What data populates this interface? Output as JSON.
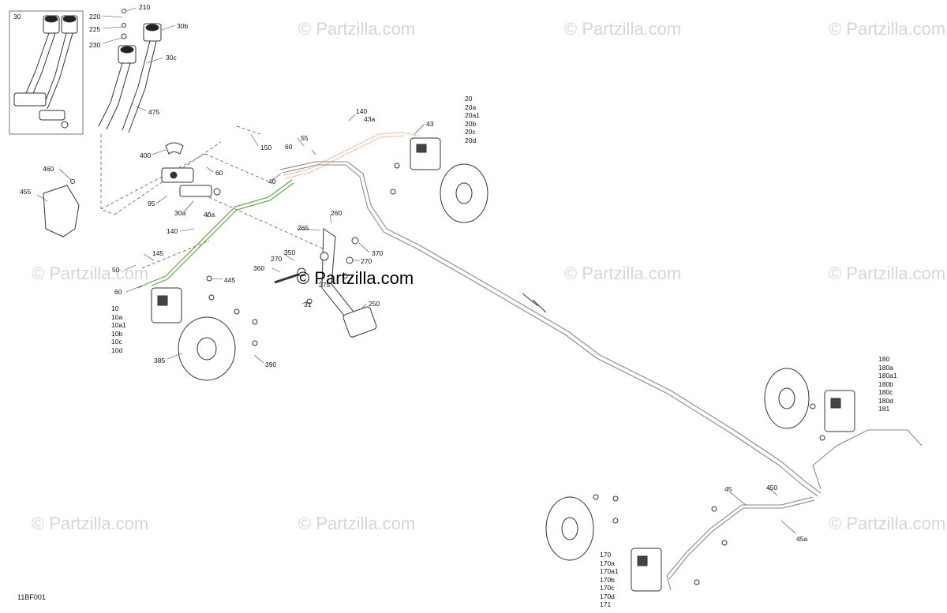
{
  "watermark": "© Partzilla.com",
  "diagram_code": "11BF001",
  "callouts": {
    "c30": "30",
    "c210": "210",
    "c220": "220",
    "c225": "225",
    "c230": "230",
    "c30b": "30b",
    "c30c": "30c",
    "c475": "475",
    "c460": "460",
    "c455": "455",
    "c400": "400",
    "c150": "150",
    "c60a": "60",
    "c60b": "60",
    "c60c": "60",
    "c55": "55",
    "c40": "40",
    "c95": "95",
    "c30a": "30a",
    "c40a": "40a",
    "c140a": "140",
    "c140b": "140",
    "c43a": "43a",
    "c43": "43",
    "c50": "50",
    "c145": "145",
    "c445": "445",
    "c385": "385",
    "c390": "390",
    "c260": "260",
    "c265": "265",
    "c270a": "270",
    "c270b": "270",
    "c350": "350",
    "c360": "360",
    "c370": "370",
    "c275": "275",
    "c31": "31",
    "c250": "250",
    "c450": "450",
    "c45": "45",
    "c45a": "45a"
  },
  "stacks": {
    "front_right_caliper": [
      "20",
      "20a",
      "20a1",
      "20b",
      "20c",
      "20d"
    ],
    "front_left_caliper": [
      "10",
      "10a",
      "10a1",
      "10b",
      "10c",
      "10d"
    ],
    "rear_right_caliper": [
      "180",
      "180a",
      "180a1",
      "180b",
      "180c",
      "180d",
      "181"
    ],
    "rear_left_caliper": [
      "170",
      "170a",
      "170a1",
      "170b",
      "170c",
      "170d",
      "171"
    ]
  },
  "colors": {
    "green_line": "#5aa845",
    "orange_line": "#e8a070",
    "gray_line": "#8a8a8a",
    "dark": "#333333"
  }
}
